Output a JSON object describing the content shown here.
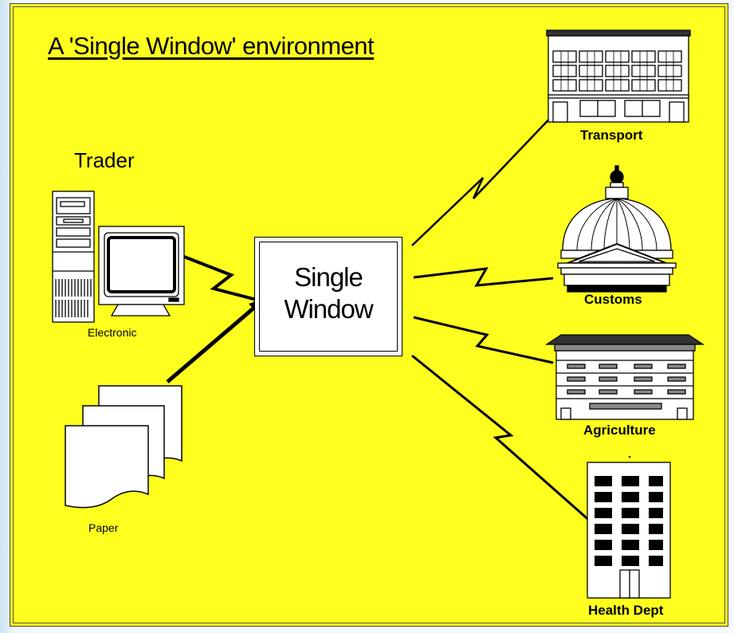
{
  "title": "A 'Single Window' environment",
  "trader_label": "Trader",
  "electronic_label": "Electronic",
  "paper_label": "Paper",
  "single_window_label": "Single\nWindow",
  "agencies": {
    "transport": "Transport",
    "customs": "Customs",
    "agriculture": "Agriculture",
    "health": "Health Dept"
  },
  "colors": {
    "background": "#ffff1f",
    "outline": "#000000"
  }
}
